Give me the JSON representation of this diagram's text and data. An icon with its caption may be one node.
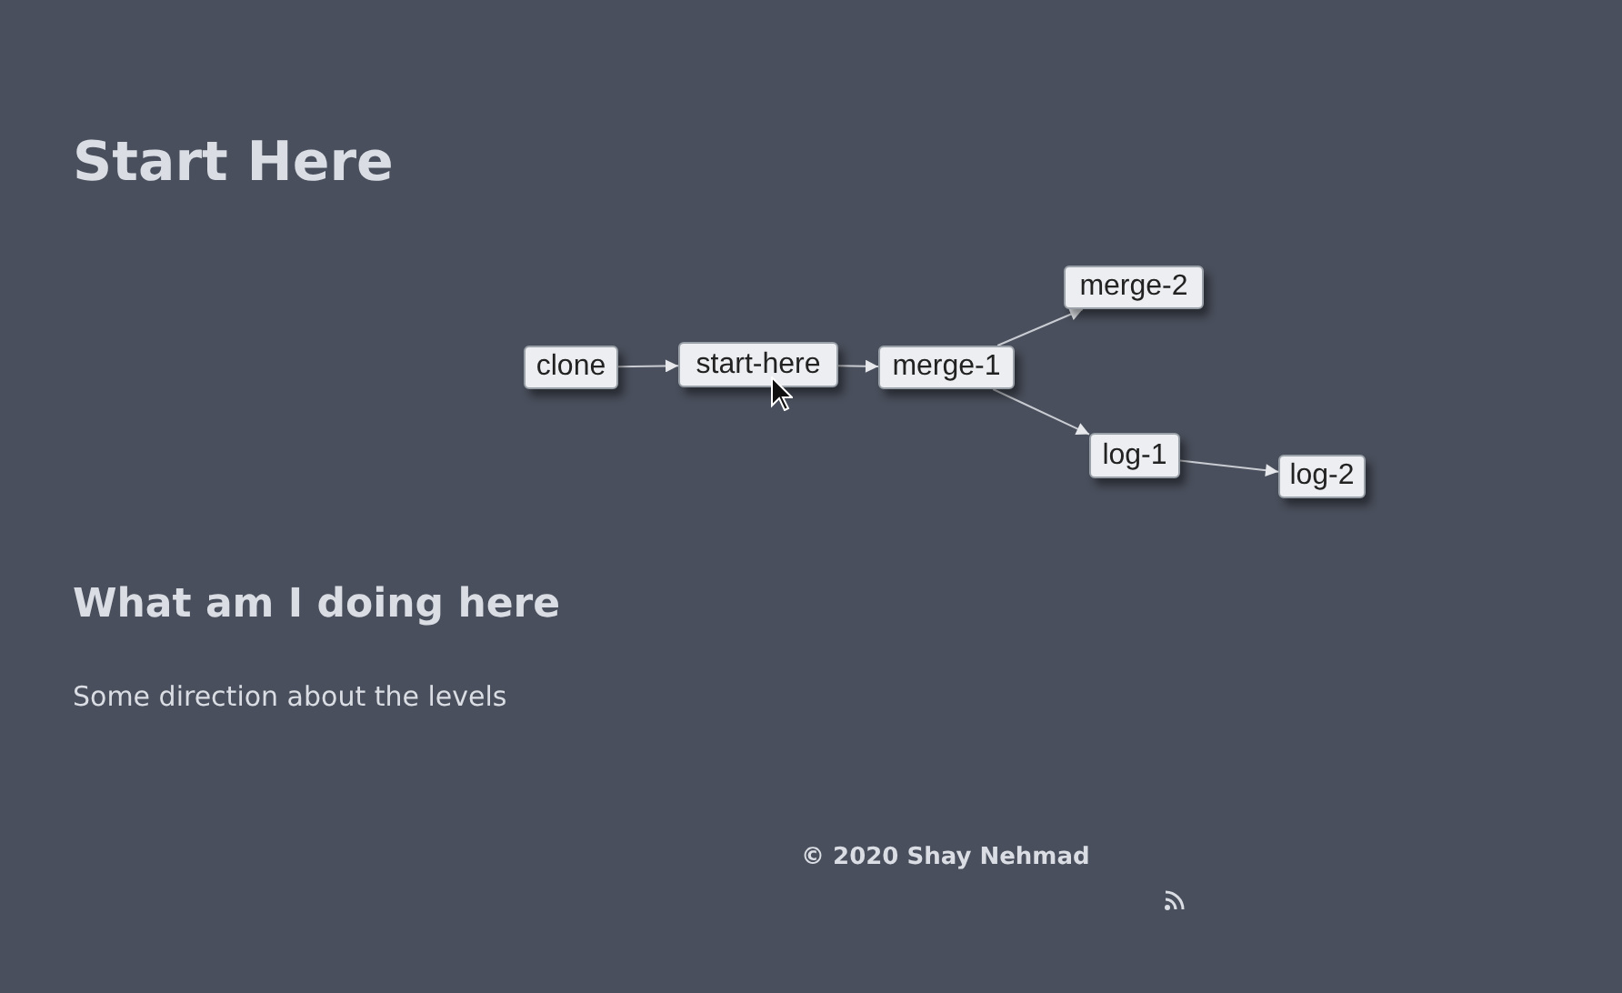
{
  "diagram": {
    "title": "Start Here",
    "nodes": [
      {
        "text": [
          "clone"
        ]
      },
      {
        "text": [
          "start-here"
        ]
      },
      {
        "text": [
          "merge-1"
        ]
      },
      {
        "text": [
          "merge-2"
        ]
      },
      {
        "text": [
          "log-1"
        ]
      },
      {
        "text": [
          "log-2"
        ]
      }
    ],
    "edges": [
      {
        "from": 0,
        "to": 1,
        "arrow": "to"
      },
      {
        "from": 1,
        "to": 2,
        "arrow": "to"
      },
      {
        "from": 2,
        "to": 3,
        "arrow": "to"
      },
      {
        "from": 2,
        "to": 4,
        "arrow": "to"
      },
      {
        "from": 4,
        "to": 5,
        "arrow": "to"
      }
    ],
    "labels": [
      "What am I doing here",
      "Some direction about the levels",
      "© 2020 Shay Nehmad"
    ]
  }
}
